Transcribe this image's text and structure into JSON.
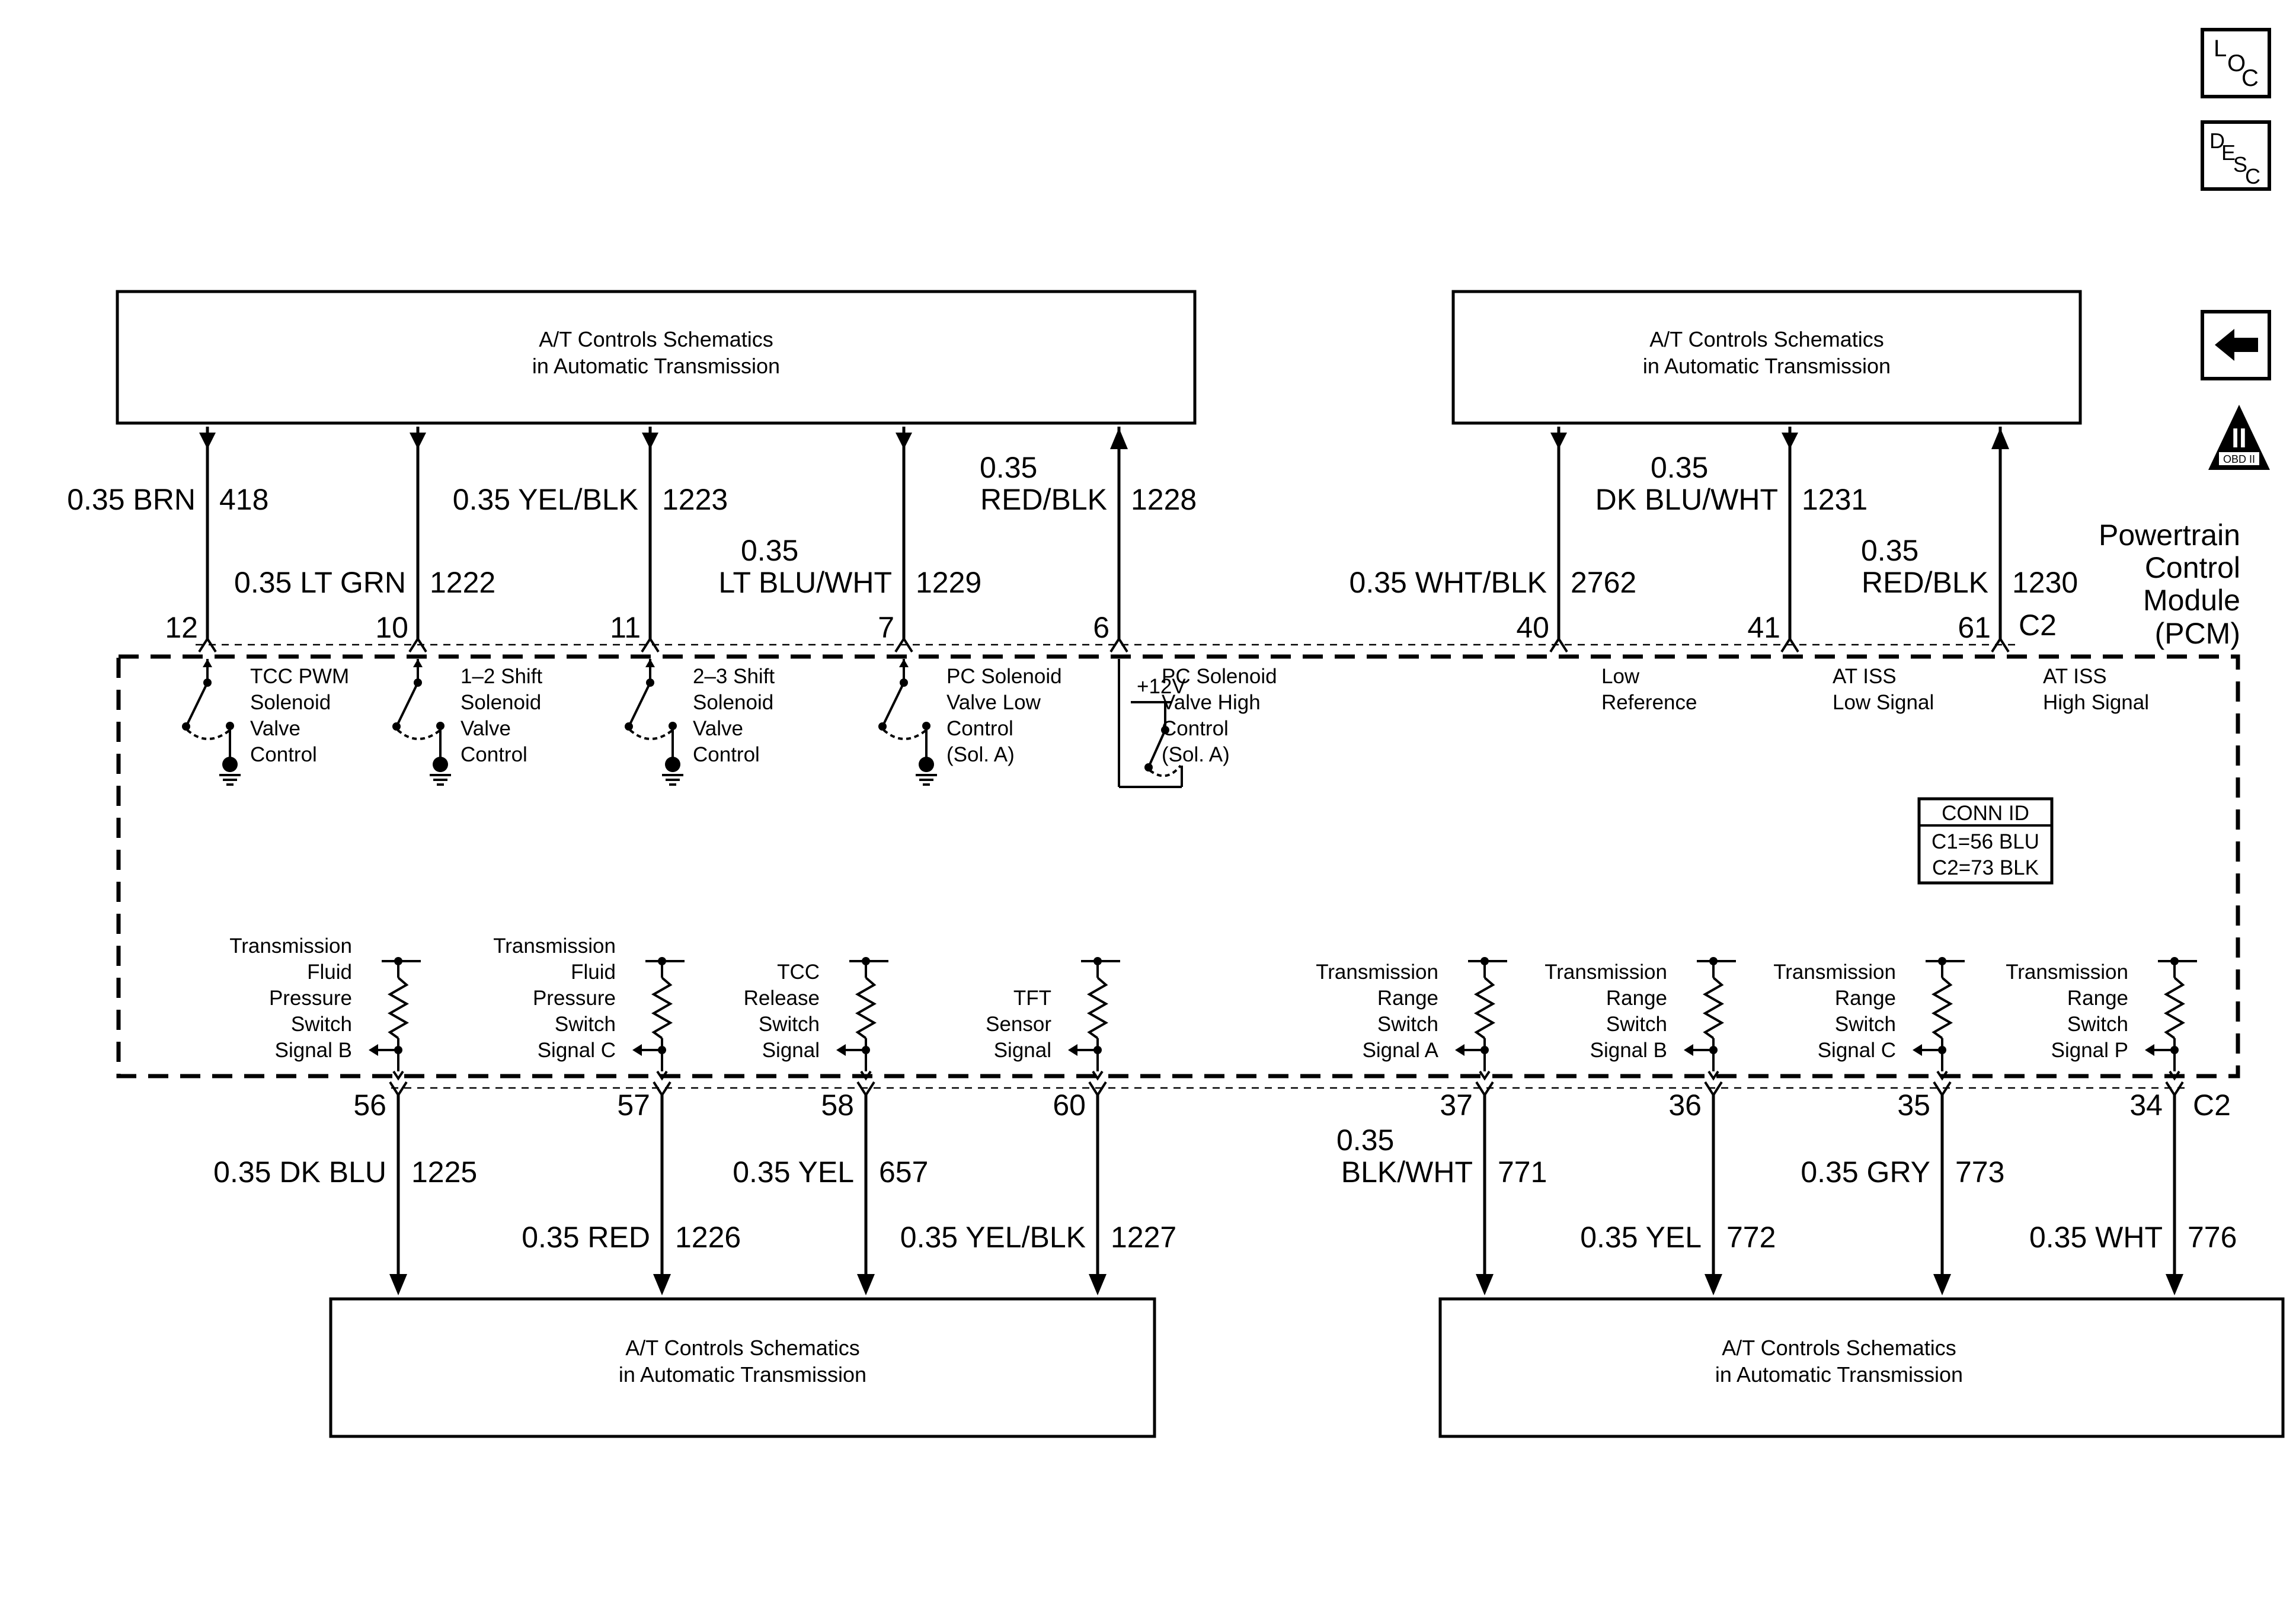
{
  "boxes": {
    "top_left": {
      "line1": "A/T Controls Schematics",
      "line2": "in Automatic Transmission"
    },
    "top_right": {
      "line1": "A/T Controls Schematics",
      "line2": "in Automatic Transmission"
    },
    "bottom_left": {
      "line1": "A/T Controls Schematics",
      "line2": "in Automatic Transmission"
    },
    "bottom_right": {
      "line1": "A/T Controls Schematics",
      "line2": "in Automatic Transmission"
    }
  },
  "nav_icons": {
    "loc": {
      "letters": [
        "L",
        "O",
        "C"
      ]
    },
    "desc": {
      "letters": [
        "D",
        "E",
        "S",
        "C"
      ]
    },
    "back": {
      "icon": "arrow-left-icon"
    },
    "obd": {
      "numeral": "II",
      "label": "OBD II"
    }
  },
  "pcm": {
    "lines": [
      "Powertrain",
      "Control",
      "Module",
      "(PCM)"
    ],
    "top_connector": "C2",
    "bottom_connector": "C2"
  },
  "conn_id": {
    "title": "CONN ID",
    "line1": "C1=56 BLU",
    "line2": "C2=73 BLK"
  },
  "top_circuits": [
    {
      "pin": "12",
      "wire": [
        "0.35 BRN"
      ],
      "circuit": "418",
      "desc": [
        "TCC PWM",
        "Solenoid",
        "Valve",
        "Control"
      ]
    },
    {
      "pin": "10",
      "wire": [
        "0.35 LT GRN"
      ],
      "circuit": "1222",
      "desc": [
        "1–2 Shift",
        "Solenoid",
        "Valve",
        "Control"
      ]
    },
    {
      "pin": "11",
      "wire": [
        "0.35 YEL/BLK"
      ],
      "circuit": "1223",
      "desc": [
        "2–3 Shift",
        "Solenoid",
        "Valve",
        "Control"
      ]
    },
    {
      "pin": "7",
      "wire": [
        "0.35",
        "LT BLU/WHT"
      ],
      "circuit": "1229",
      "desc": [
        "PC Solenoid",
        "Valve Low",
        "Control",
        "(Sol. A)"
      ]
    },
    {
      "pin": "6",
      "wire": [
        "0.35",
        "RED/BLK"
      ],
      "circuit": "1228",
      "desc": [
        "PC Solenoid",
        "Valve High",
        "Control",
        "(Sol. A)"
      ],
      "supply": "+12V"
    },
    {
      "pin": "40",
      "wire": [
        "0.35 WHT/BLK"
      ],
      "circuit": "2762",
      "desc": [
        "Low",
        "Reference"
      ]
    },
    {
      "pin": "41",
      "wire": [
        "0.35",
        "DK BLU/WHT"
      ],
      "circuit": "1231",
      "desc": [
        "AT ISS",
        "Low Signal"
      ]
    },
    {
      "pin": "61",
      "wire": [
        "0.35",
        "RED/BLK"
      ],
      "circuit": "1230",
      "desc": [
        "AT ISS",
        "High Signal"
      ]
    }
  ],
  "bottom_circuits": [
    {
      "pin": "56",
      "wire": [
        "0.35 DK BLU"
      ],
      "circuit": "1225",
      "desc": [
        "Transmission",
        "Fluid",
        "Pressure",
        "Switch",
        "Signal B"
      ]
    },
    {
      "pin": "57",
      "wire": [
        "0.35 RED"
      ],
      "circuit": "1226",
      "desc": [
        "Transmission",
        "Fluid",
        "Pressure",
        "Switch",
        "Signal C"
      ]
    },
    {
      "pin": "58",
      "wire": [
        "0.35 YEL"
      ],
      "circuit": "657",
      "desc": [
        "TCC",
        "Release",
        "Switch",
        "Signal"
      ]
    },
    {
      "pin": "60",
      "wire": [
        "0.35 YEL/BLK"
      ],
      "circuit": "1227",
      "desc": [
        "TFT",
        "Sensor",
        "Signal"
      ]
    },
    {
      "pin": "37",
      "wire": [
        "0.35",
        "BLK/WHT"
      ],
      "circuit": "771",
      "desc": [
        "Transmission",
        "Range",
        "Switch",
        "Signal A"
      ]
    },
    {
      "pin": "36",
      "wire": [
        "0.35 YEL"
      ],
      "circuit": "772",
      "desc": [
        "Transmission",
        "Range",
        "Switch",
        "Signal B"
      ]
    },
    {
      "pin": "35",
      "wire": [
        "0.35 GRY"
      ],
      "circuit": "773",
      "desc": [
        "Transmission",
        "Range",
        "Switch",
        "Signal C"
      ]
    },
    {
      "pin": "34",
      "wire": [
        "0.35 WHT"
      ],
      "circuit": "776",
      "desc": [
        "Transmission",
        "Range",
        "Switch",
        "Signal P"
      ]
    }
  ]
}
